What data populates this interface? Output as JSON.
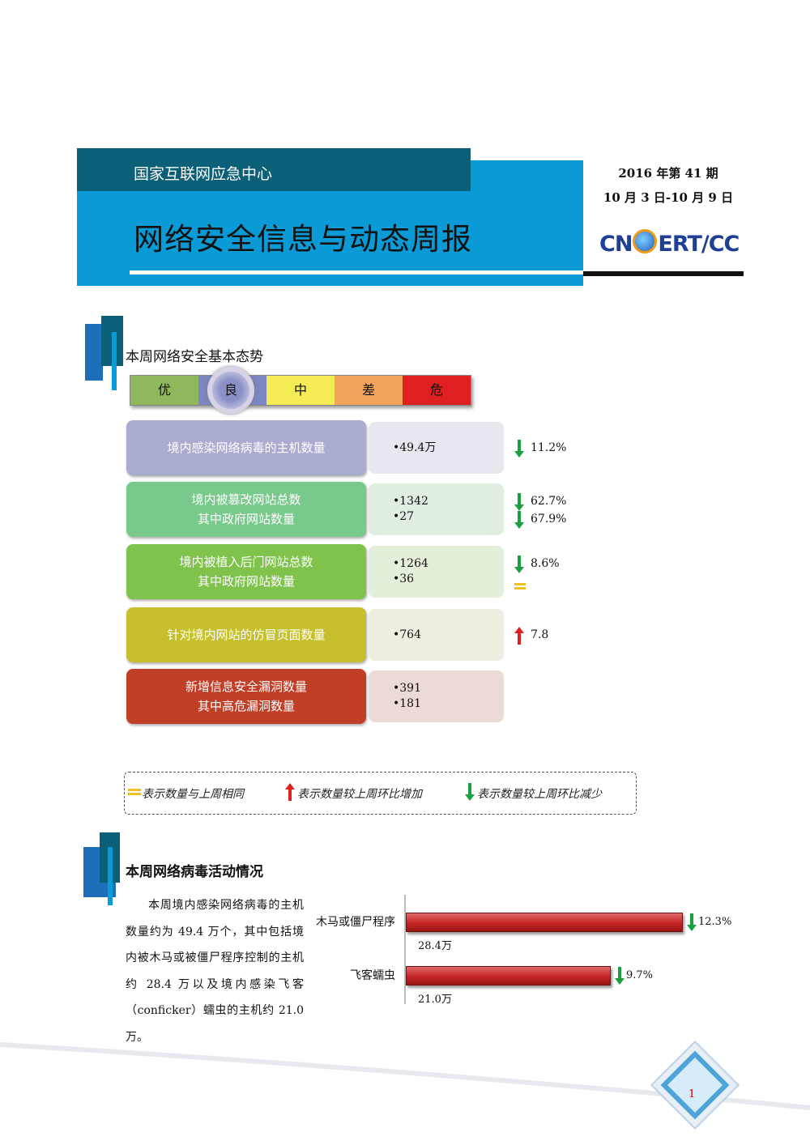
{
  "header": {
    "organization": "国家互联网应急中心",
    "title": "网络安全信息与动态周报",
    "issue": "2016 年第 41 期",
    "date_range": "10 月 3 日-10 月 9 日",
    "logo_left": "CN",
    "logo_right": "ERT/CC"
  },
  "section1": {
    "title": "本周网络安全基本态势",
    "rating_levels": [
      "优",
      "良",
      "中",
      "差",
      "危"
    ],
    "rating_current": "良",
    "rating_colors": [
      "#8fb85c",
      "#7b86c2",
      "#f5ec55",
      "#f3a35a",
      "#e02020"
    ],
    "stats": [
      {
        "label_lines": [
          "境内感染网络病毒的主机数量"
        ],
        "values": [
          "•49.4万"
        ],
        "changes": [
          {
            "dir": "down",
            "text": "11.2%"
          }
        ],
        "color": "#a9acd0",
        "value_bg": "#e6e7ef"
      },
      {
        "label_lines": [
          "境内被篡改网站总数",
          "其中政府网站数量"
        ],
        "values": [
          "•1342",
          "•27"
        ],
        "changes": [
          {
            "dir": "down",
            "text": "62.7%"
          },
          {
            "dir": "down",
            "text": "67.9%"
          }
        ],
        "color": "#79c98c",
        "value_bg": "#dfeee1"
      },
      {
        "label_lines": [
          "境内被植入后门网站总数",
          "其中政府网站数量"
        ],
        "values": [
          "•1264",
          "•36"
        ],
        "changes": [
          {
            "dir": "down",
            "text": "8.6%"
          },
          {
            "dir": "same",
            "text": ""
          }
        ],
        "color": "#7fc34d",
        "value_bg": "#e4efdb"
      },
      {
        "label_lines": [
          "针对境内网站的仿冒页面数量"
        ],
        "values": [
          "•764"
        ],
        "changes": [
          {
            "dir": "up",
            "text": "7.8"
          }
        ],
        "color": "#c6c02d",
        "value_bg": "#eeede0"
      },
      {
        "label_lines": [
          "新增信息安全漏洞数量",
          "其中高危漏洞数量"
        ],
        "values": [
          "•391",
          "•181"
        ],
        "changes": [],
        "color": "#c13e27",
        "value_bg": "#ecdad6"
      }
    ]
  },
  "legend": {
    "same": "表示数量与上周相同",
    "up": "表示数量较上周环比增加",
    "down": "表示数量较上周环比减少"
  },
  "section2": {
    "title": "本周网络病毒活动情况",
    "paragraph": "本周境内感染网络病毒的主机数量约为 49.4 万个，其中包括境内被木马或被僵尸程序控制的主机约 28.4 万以及境内感染飞客（conficker）蠕虫的主机约 21.0 万。"
  },
  "chart_data": {
    "type": "bar",
    "orientation": "horizontal",
    "categories": [
      "木马或僵尸程序",
      "飞客蠕虫"
    ],
    "values": [
      28.4,
      21.0
    ],
    "value_labels": [
      "28.4万",
      "21.0万"
    ],
    "changes": [
      {
        "dir": "down",
        "text": "12.3%"
      },
      {
        "dir": "down",
        "text": "9.7%"
      }
    ],
    "bar_color": "#c42525"
  },
  "page_number": "1"
}
